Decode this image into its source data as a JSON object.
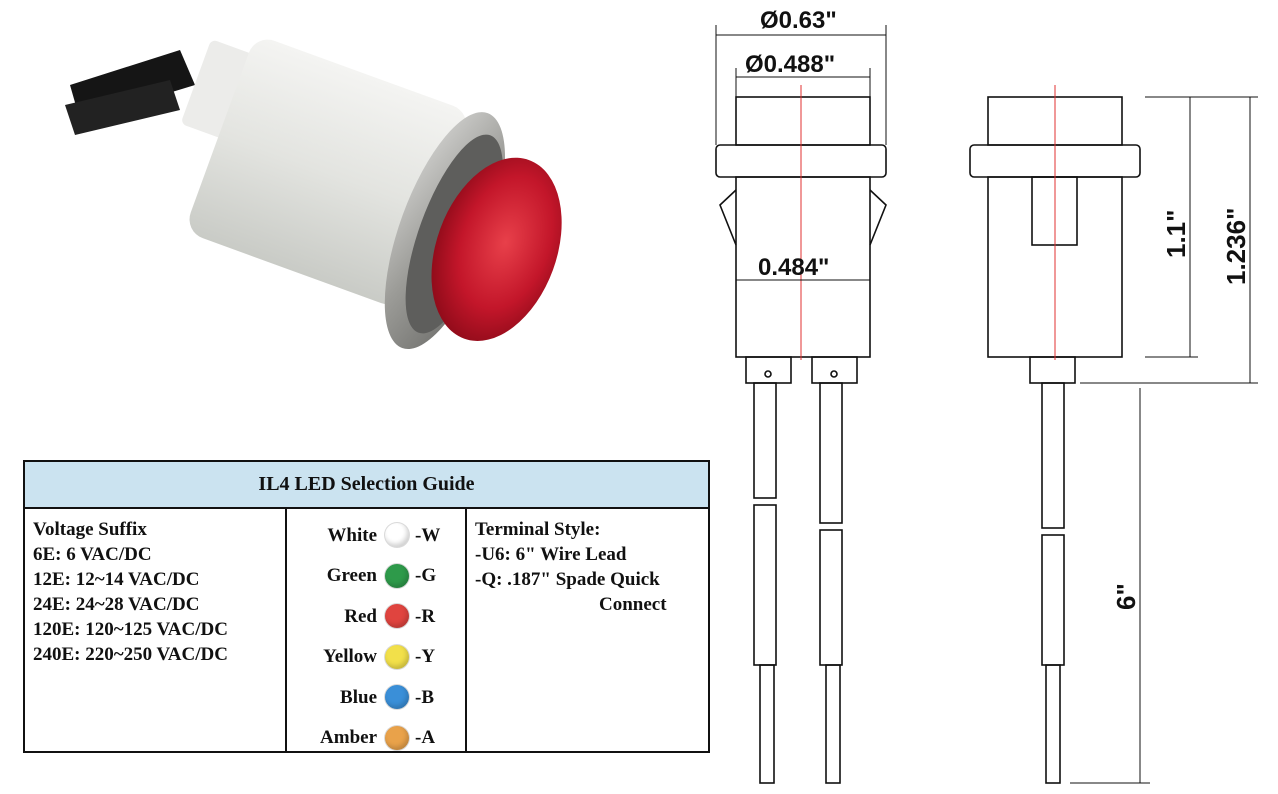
{
  "guide": {
    "title": "IL4 LED Selection Guide",
    "voltage": {
      "heading": "Voltage Suffix",
      "items": [
        "6E: 6 VAC/DC",
        "12E: 12~14 VAC/DC",
        "24E: 24~28 VAC/DC",
        "120E: 120~125 VAC/DC",
        "240E: 220~250 VAC/DC"
      ]
    },
    "colors": [
      {
        "name": "White",
        "code": "-W",
        "color": "#ffffff"
      },
      {
        "name": "Green",
        "code": "-G",
        "color": "#2e9a4a"
      },
      {
        "name": "Red",
        "code": "-R",
        "color": "#e0443f"
      },
      {
        "name": "Yellow",
        "code": "-Y",
        "color": "#f2e04a"
      },
      {
        "name": "Blue",
        "code": "-B",
        "color": "#3a8fd8"
      },
      {
        "name": "Amber",
        "code": "-A",
        "color": "#e9a24a"
      }
    ],
    "terminal": {
      "heading": "Terminal Style:",
      "items": [
        "-U6: 6\" Wire Lead",
        "-Q: .187\" Spade Quick"
      ],
      "continuation": "Connect"
    }
  },
  "drawing": {
    "dim_outer_diameter": "Ø0.63\"",
    "dim_inner_diameter": "Ø0.488\"",
    "dim_body_width": "0.484\"",
    "dim_body_height": "1.1\"",
    "dim_total_height": "1.236\"",
    "dim_wire_length": "6\""
  },
  "colors": {
    "header_bg": "#cbe3f0",
    "lens_red": "#c8102e",
    "centerline": "#e03030"
  }
}
